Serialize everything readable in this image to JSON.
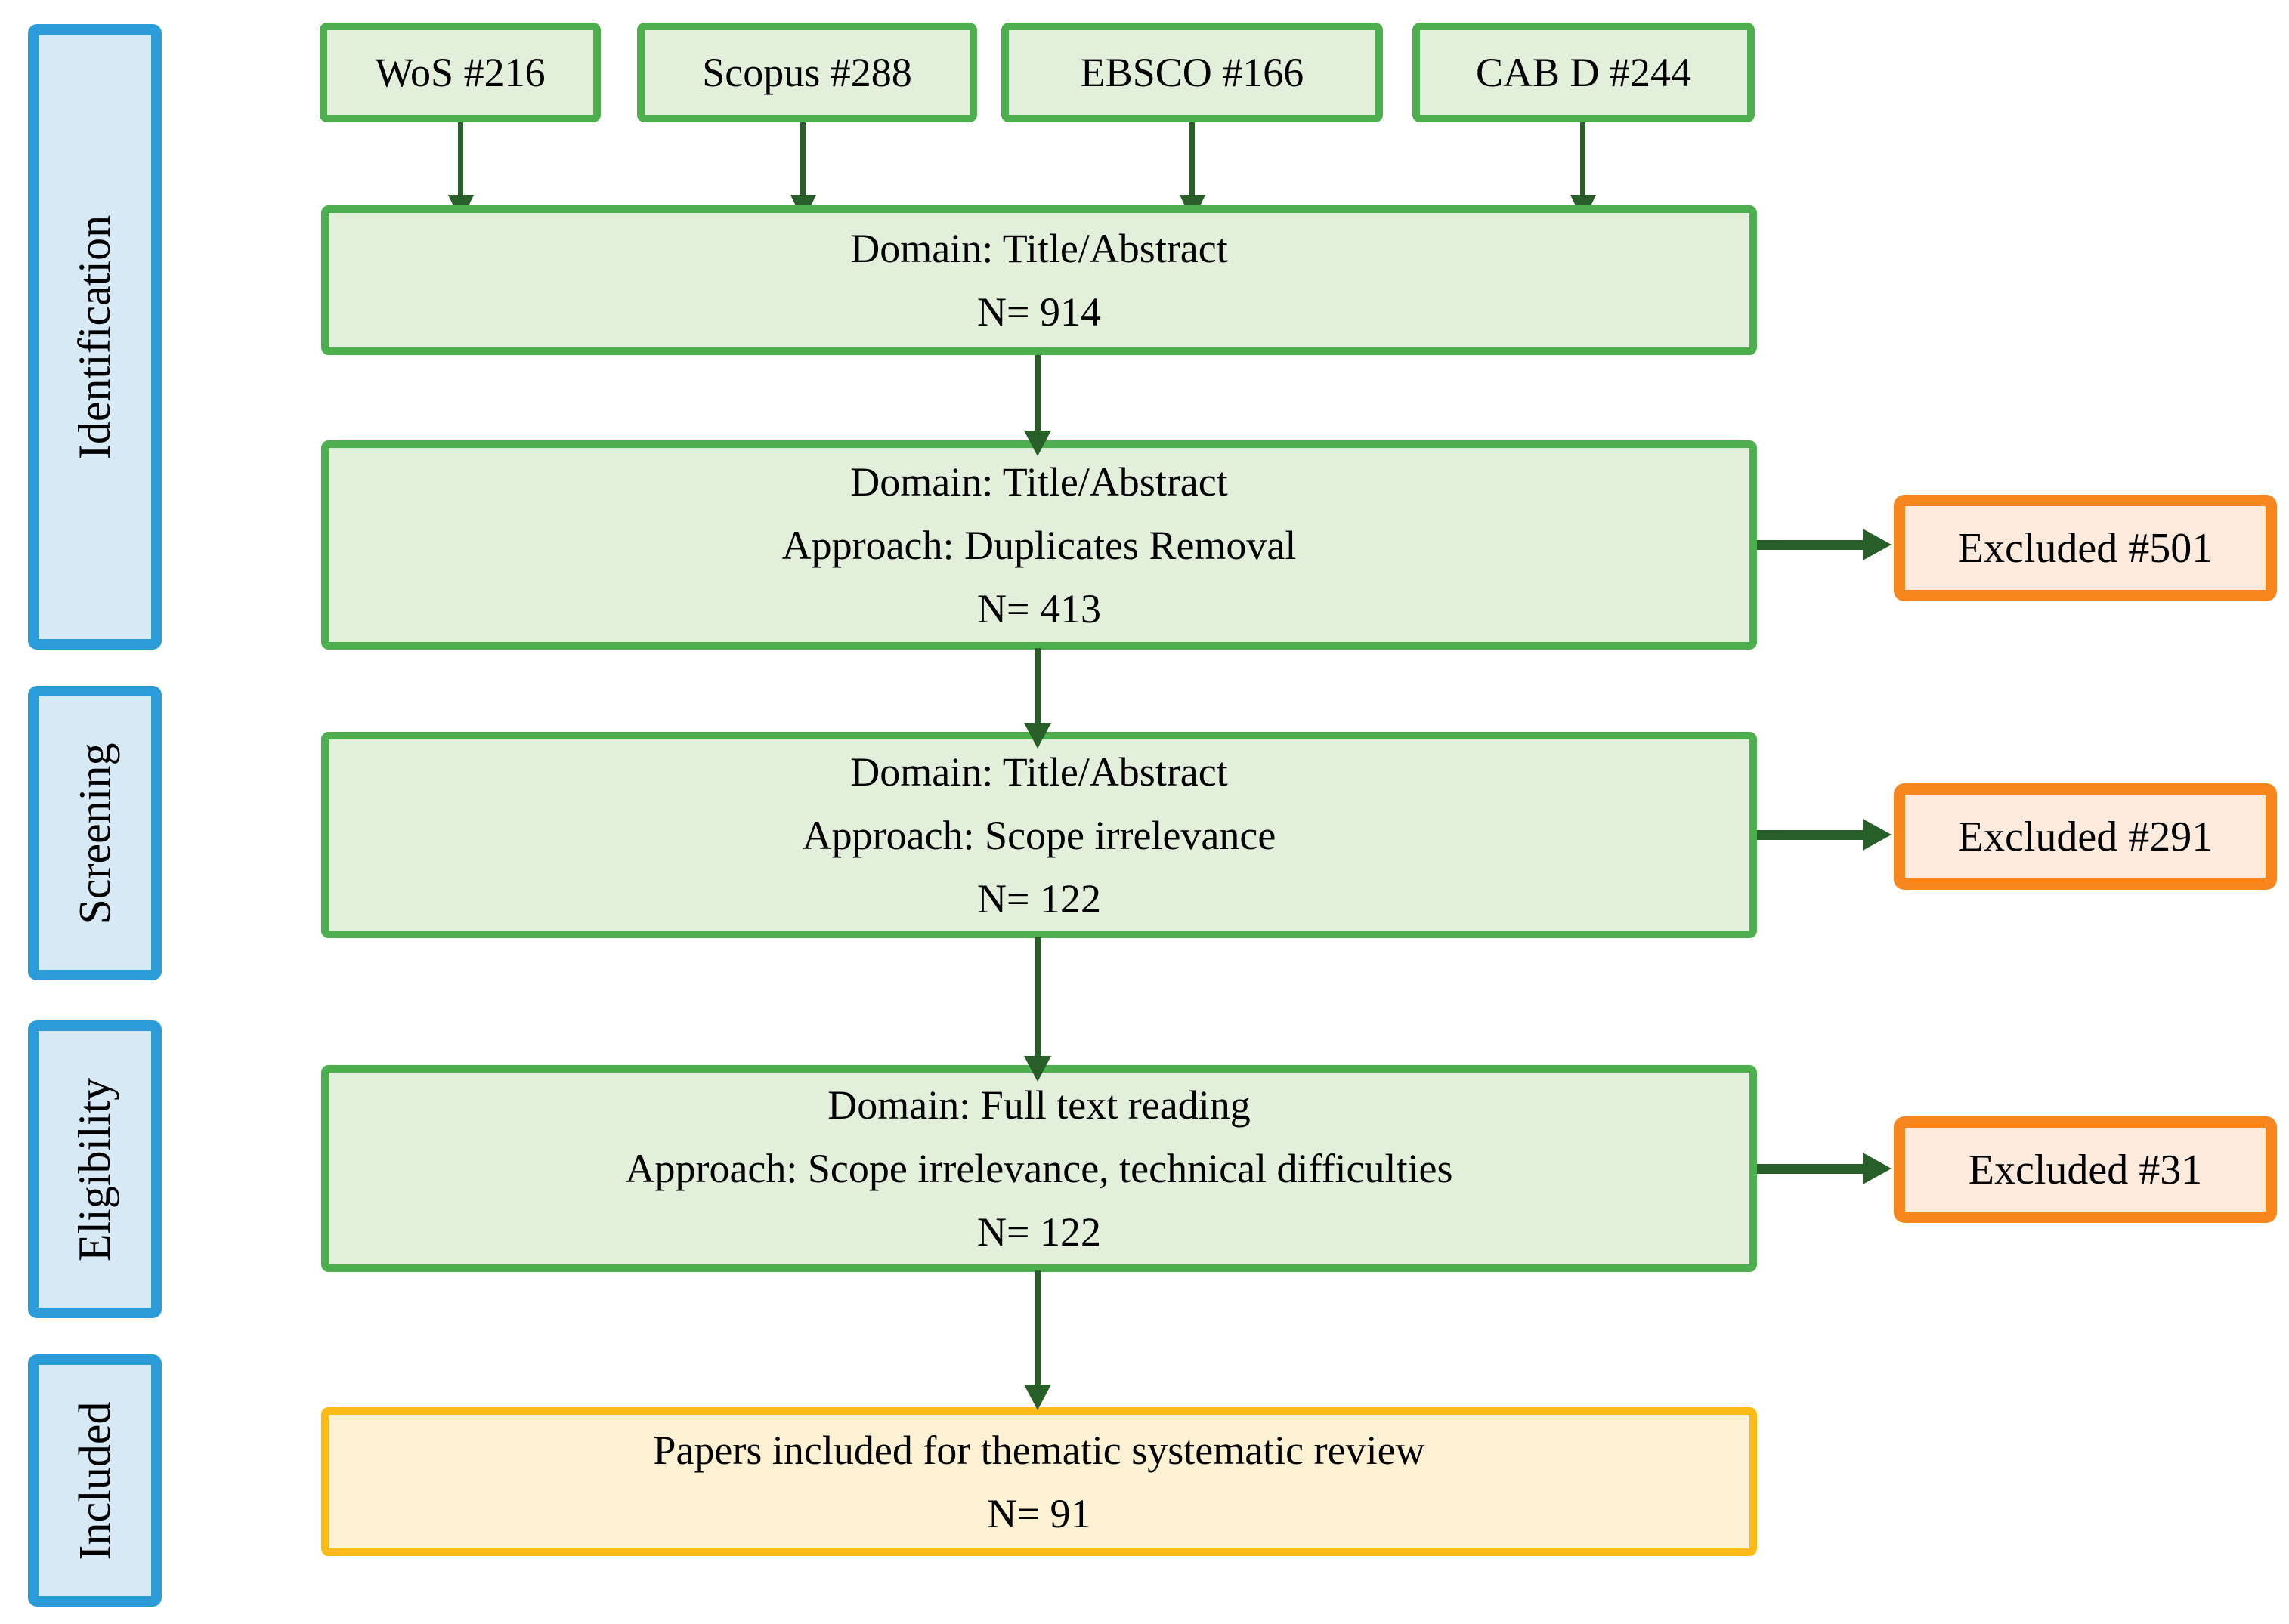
{
  "palette": {
    "green_border": "#4CAE4C",
    "green_fill": "#E2F0DB",
    "arrow_green": "#285E28",
    "orange_border": "#F8861E",
    "orange_fill": "#FCEADC",
    "yellow_border": "#FBBA17",
    "yellow_fill": "#FCF2D3",
    "blue_border": "#2B9CD8",
    "blue_fill": "#D8E9F6",
    "text": "#000000"
  },
  "stages": [
    {
      "label": "Identification"
    },
    {
      "label": "Screening"
    },
    {
      "label": "Eligibility"
    },
    {
      "label": "Included"
    }
  ],
  "sources": [
    {
      "label": "WoS #216"
    },
    {
      "label": "Scopus #288"
    },
    {
      "label": "EBSCO #166"
    },
    {
      "label": "CAB D #244"
    }
  ],
  "main_boxes": [
    {
      "lines": [
        "Domain: Title/Abstract",
        "N= 914"
      ]
    },
    {
      "lines": [
        "Domain: Title/Abstract",
        "Approach: Duplicates Removal",
        "N= 413"
      ]
    },
    {
      "lines": [
        "Domain: Title/Abstract",
        "Approach: Scope irrelevance",
        "N= 122"
      ]
    },
    {
      "lines": [
        "Domain: Full text reading",
        "Approach: Scope irrelevance, technical difficulties",
        "N= 122"
      ]
    }
  ],
  "included_box": {
    "lines": [
      "Papers included for thematic systematic review",
      "N= 91"
    ]
  },
  "excluded_boxes": [
    {
      "label": "Excluded #501"
    },
    {
      "label": "Excluded #291"
    },
    {
      "label": "Excluded #31"
    }
  ]
}
